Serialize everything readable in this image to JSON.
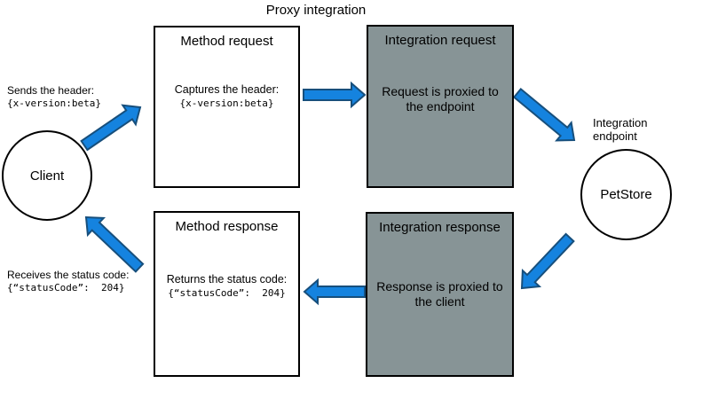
{
  "title": "Proxy integration",
  "colors": {
    "arrow_fill": "#1583df",
    "arrow_stroke": "#174f7c",
    "box_gray": "#879496",
    "box_white": "#ffffff",
    "outline": "#000000"
  },
  "client": {
    "label": "Client",
    "send_note": {
      "line1": "Sends the header:",
      "line2": "{x-version:beta}"
    },
    "receive_note": {
      "line1": "Receives the status code:",
      "line2": "{“statusCode”:  204}"
    }
  },
  "endpoint": {
    "label": "PetStore",
    "caption": {
      "line1": "Integration",
      "line2": "endpoint"
    }
  },
  "boxes": {
    "method_request": {
      "title": "Method request",
      "line1": "Captures the header:",
      "line2": "{x-version:beta}"
    },
    "integration_request": {
      "title": "Integration request",
      "line1": "Request is proxied to",
      "line2": "the endpoint"
    },
    "method_response": {
      "title": "Method response",
      "line1": "Returns the status code:",
      "line2": "{“statusCode”:  204}"
    },
    "integration_response": {
      "title": "Integration response",
      "line1": "Response is proxied to",
      "line2": "the client"
    }
  }
}
